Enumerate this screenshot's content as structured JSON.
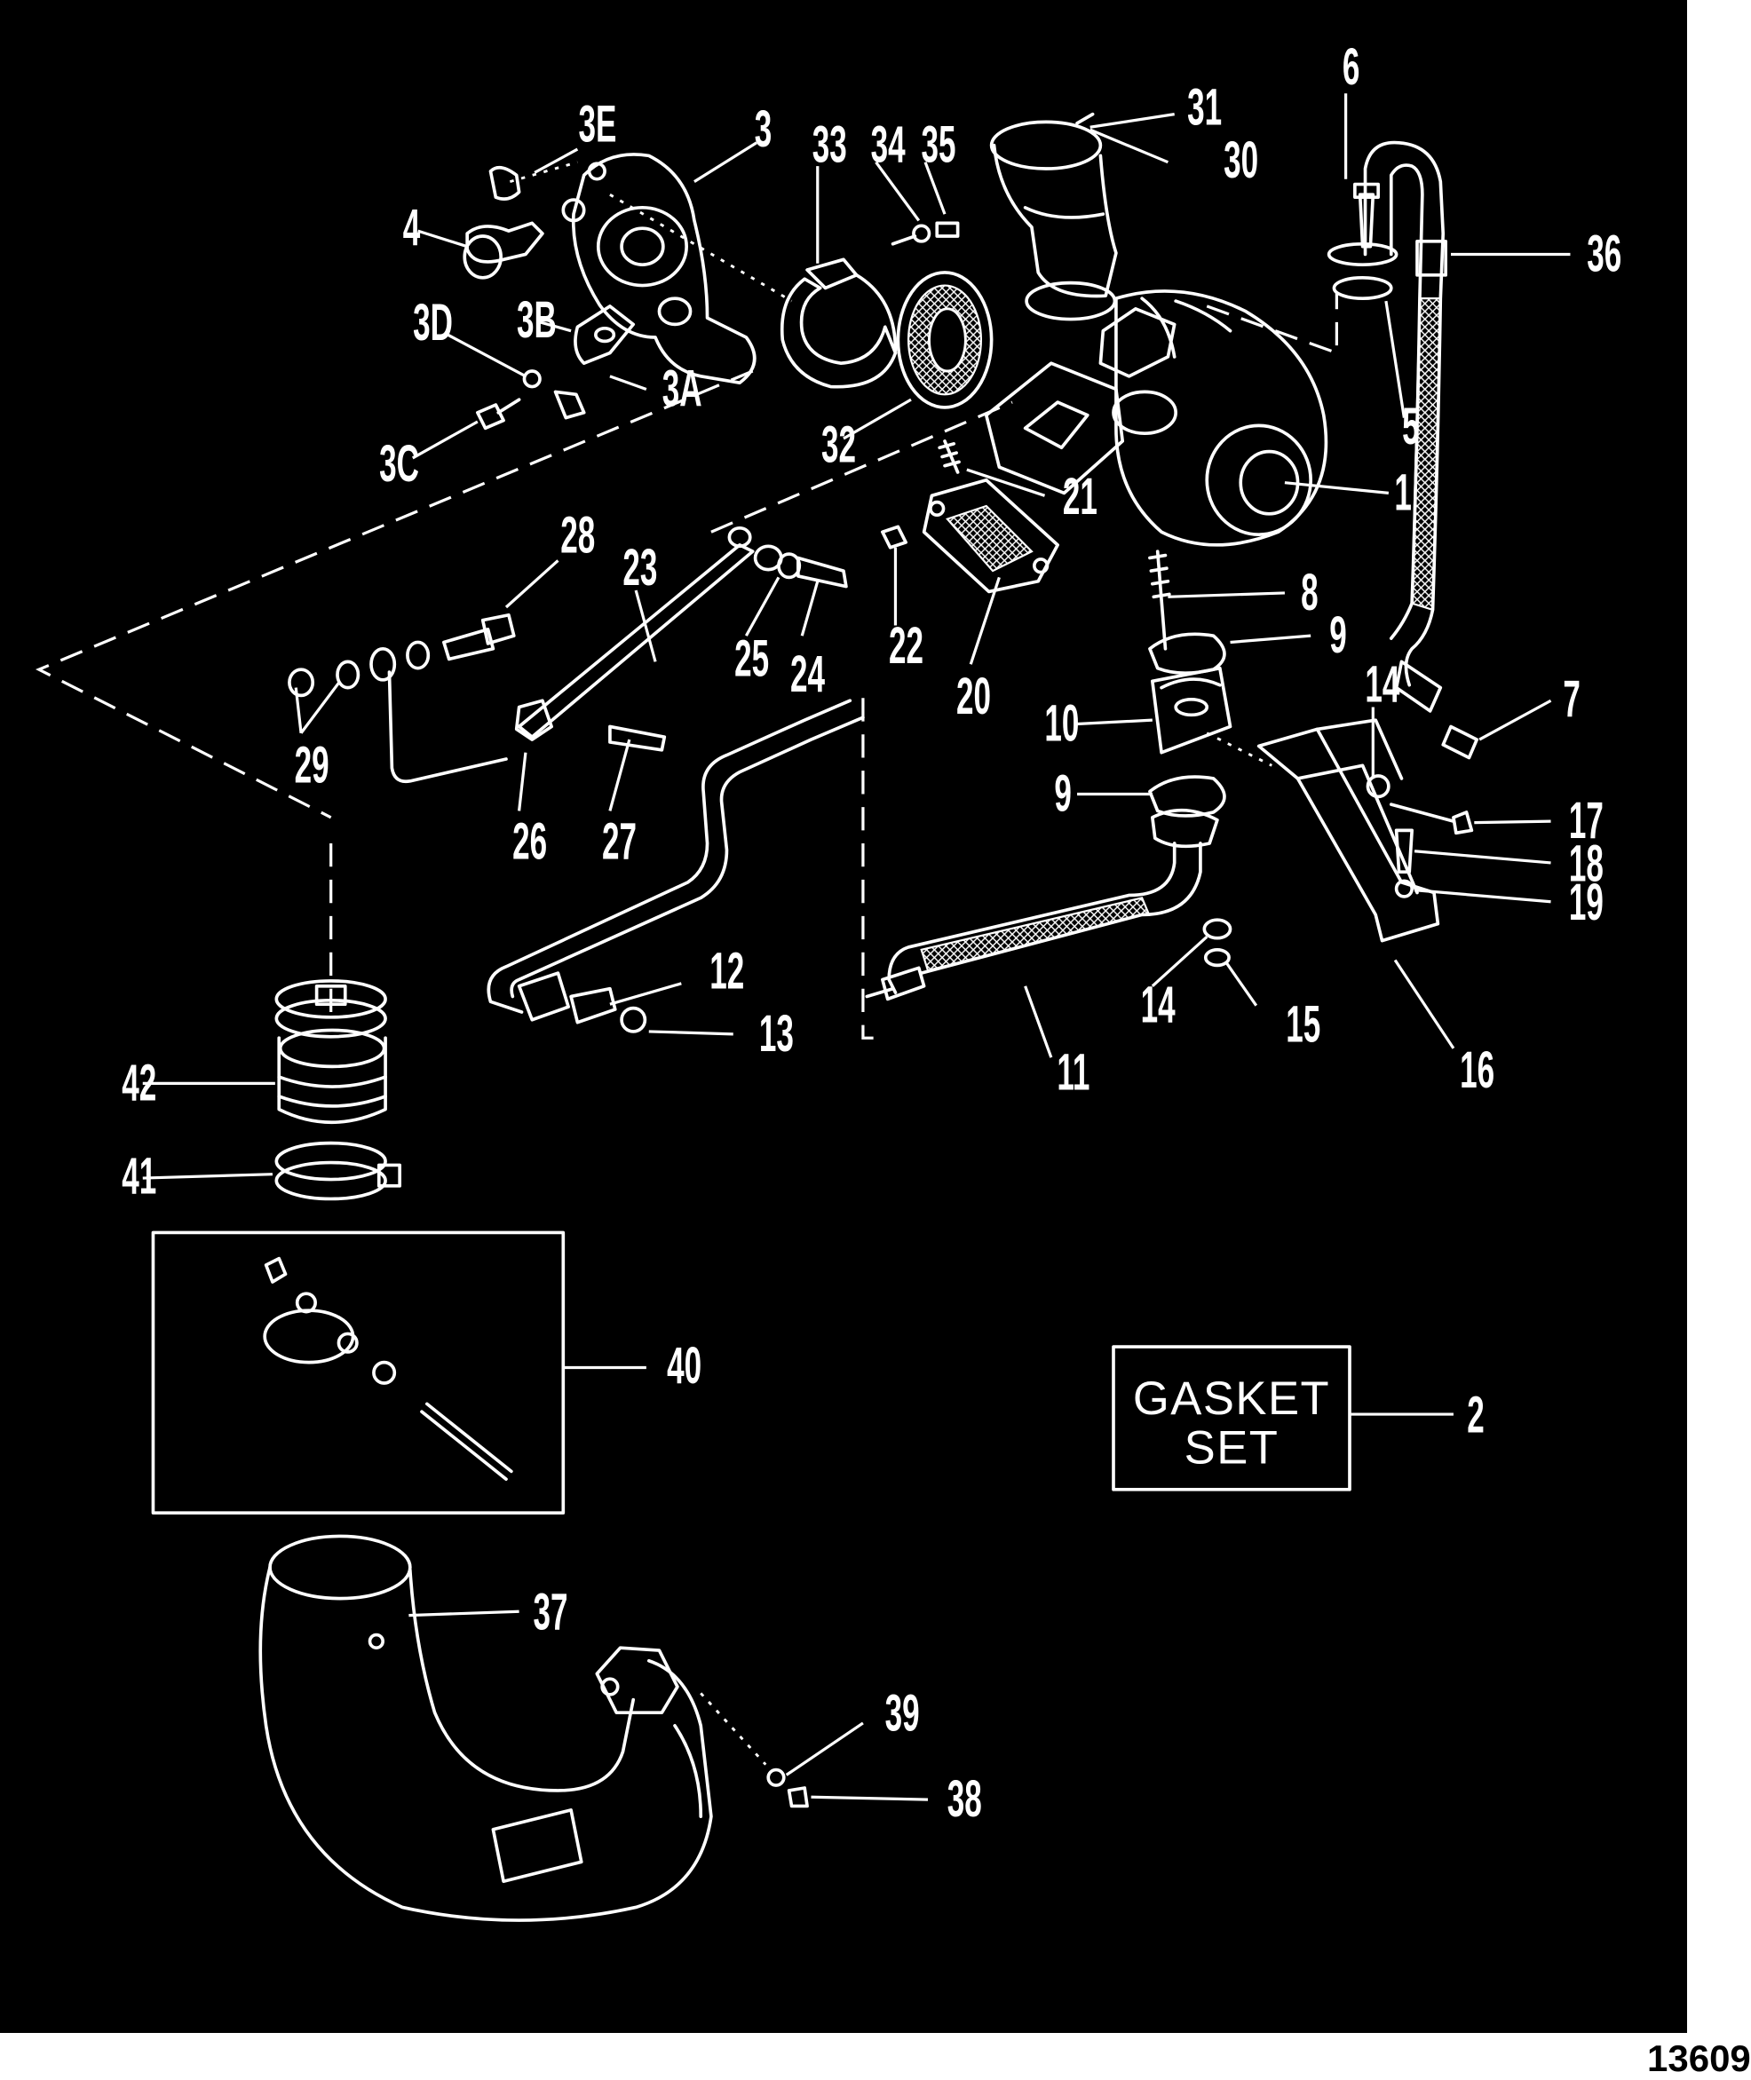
{
  "diagram": {
    "callouts": {
      "c1": "1",
      "c2": "2",
      "c3": "3",
      "c3A": "3A",
      "c3B": "3B",
      "c3C": "3C",
      "c3D": "3D",
      "c3E": "3E",
      "c4": "4",
      "c5": "5",
      "c6": "6",
      "c7": "7",
      "c8": "8",
      "c9a": "9",
      "c9b": "9",
      "c10": "10",
      "c11": "11",
      "c12": "12",
      "c13": "13",
      "c14a": "14",
      "c14b": "14",
      "c15": "15",
      "c16": "16",
      "c17": "17",
      "c18": "18",
      "c19": "19",
      "c20": "20",
      "c21": "21",
      "c22": "22",
      "c23": "23",
      "c24": "24",
      "c25": "25",
      "c26": "26",
      "c27": "27",
      "c28": "28",
      "c29": "29",
      "c30": "30",
      "c31": "31",
      "c32": "32",
      "c33": "33",
      "c34": "34",
      "c35": "35",
      "c36": "36",
      "c37": "37",
      "c38": "38",
      "c39": "39",
      "c40": "40",
      "c41": "41",
      "c42": "42"
    },
    "gasket_box": {
      "line1": "GASKET",
      "line2": "SET"
    }
  },
  "figure_code": "13609"
}
